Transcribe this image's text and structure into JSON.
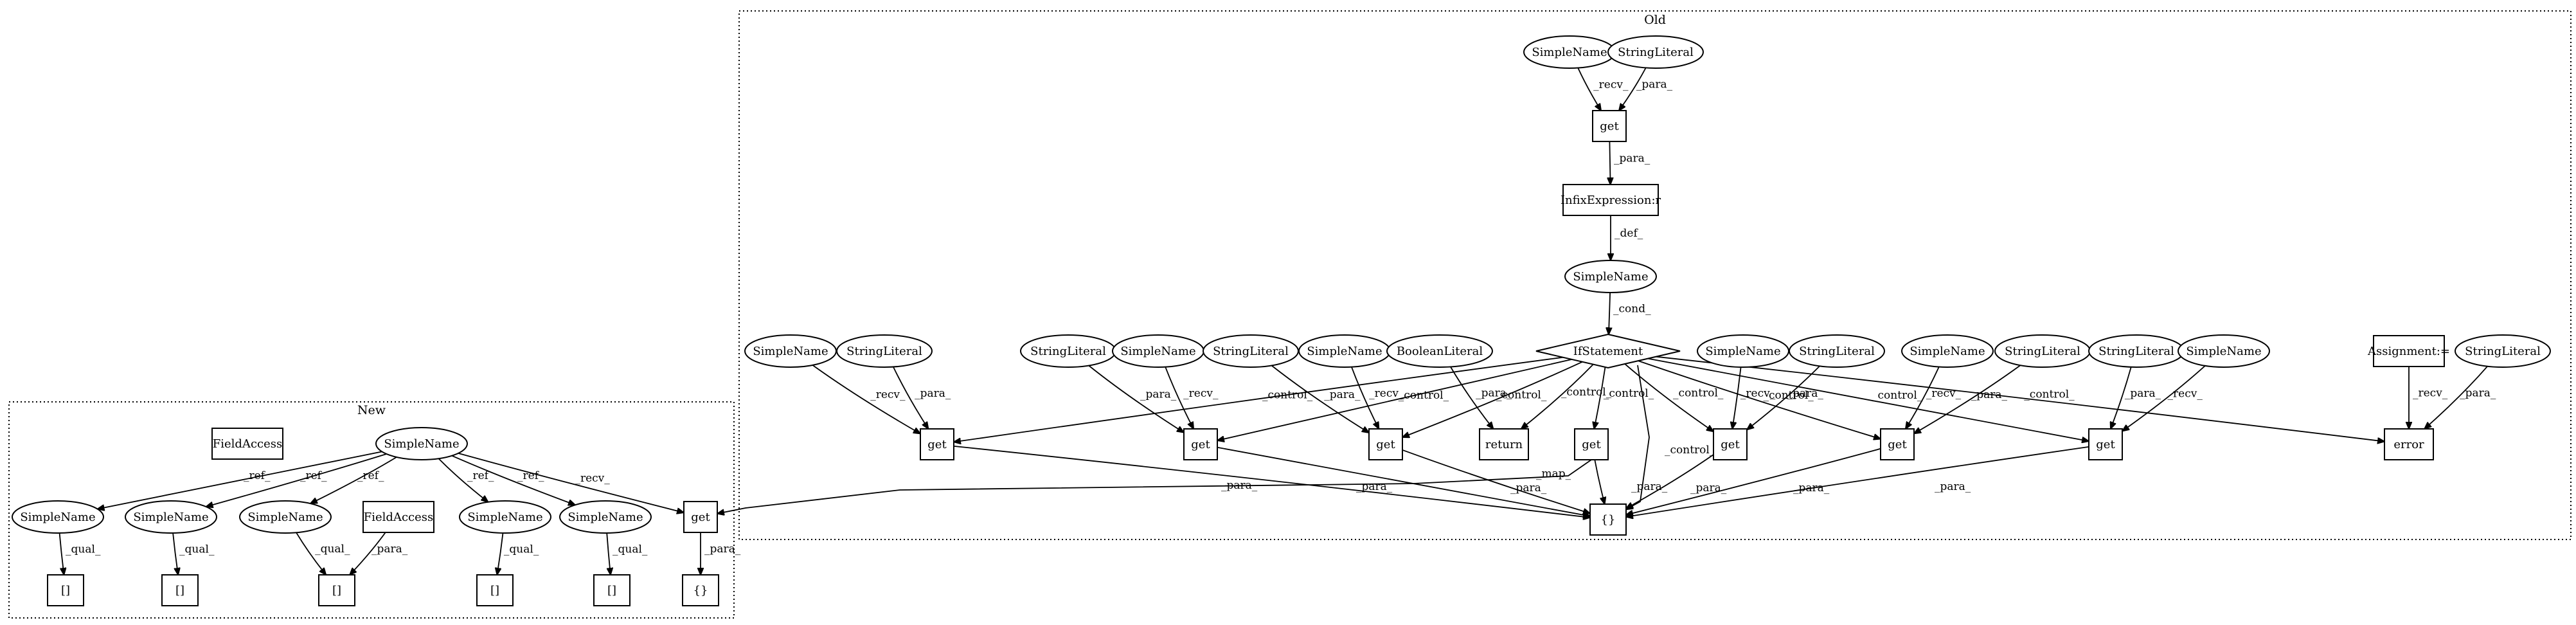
{
  "clusters": [
    {
      "id": "old",
      "label": "Old"
    },
    {
      "id": "new",
      "label": "New"
    }
  ],
  "nodes": [
    {
      "id": "o_sn_top",
      "label": "SimpleName",
      "shape": "ellipse",
      "cluster": "old"
    },
    {
      "id": "o_sl_top",
      "label": "StringLiteral",
      "shape": "ellipse",
      "cluster": "old"
    },
    {
      "id": "o_get_top",
      "label": "get",
      "shape": "box",
      "cluster": "old"
    },
    {
      "id": "o_infix",
      "label": "InfixExpression:r",
      "shape": "box",
      "cluster": "old"
    },
    {
      "id": "o_sn_mid",
      "label": "SimpleName",
      "shape": "ellipse",
      "cluster": "old"
    },
    {
      "id": "o_if",
      "label": "IfStatement",
      "shape": "diamond",
      "cluster": "old"
    },
    {
      "id": "o_sn1",
      "label": "SimpleName",
      "shape": "ellipse",
      "cluster": "old"
    },
    {
      "id": "o_sl1",
      "label": "StringLiteral",
      "shape": "ellipse",
      "cluster": "old"
    },
    {
      "id": "o_sl2",
      "label": "StringLiteral",
      "shape": "ellipse",
      "cluster": "old"
    },
    {
      "id": "o_sn2",
      "label": "SimpleName",
      "shape": "ellipse",
      "cluster": "old"
    },
    {
      "id": "o_sl3",
      "label": "StringLiteral",
      "shape": "ellipse",
      "cluster": "old"
    },
    {
      "id": "o_sn3",
      "label": "SimpleName",
      "shape": "ellipse",
      "cluster": "old"
    },
    {
      "id": "o_bool",
      "label": "BooleanLiteral",
      "shape": "ellipse",
      "cluster": "old"
    },
    {
      "id": "o_sn4",
      "label": "SimpleName",
      "shape": "ellipse",
      "cluster": "old"
    },
    {
      "id": "o_sl4",
      "label": "StringLiteral",
      "shape": "ellipse",
      "cluster": "old"
    },
    {
      "id": "o_sn5",
      "label": "SimpleName",
      "shape": "ellipse",
      "cluster": "old"
    },
    {
      "id": "o_sl5",
      "label": "StringLiteral",
      "shape": "ellipse",
      "cluster": "old"
    },
    {
      "id": "o_sl6",
      "label": "StringLiteral",
      "shape": "ellipse",
      "cluster": "old"
    },
    {
      "id": "o_sn6",
      "label": "SimpleName",
      "shape": "ellipse",
      "cluster": "old"
    },
    {
      "id": "o_assign",
      "label": "Assignment:=",
      "shape": "box",
      "cluster": "old"
    },
    {
      "id": "o_sl7",
      "label": "StringLiteral",
      "shape": "ellipse",
      "cluster": "old"
    },
    {
      "id": "o_get1",
      "label": "get",
      "shape": "box",
      "cluster": "old"
    },
    {
      "id": "o_get2",
      "label": "get",
      "shape": "box",
      "cluster": "old"
    },
    {
      "id": "o_get3",
      "label": "get",
      "shape": "box",
      "cluster": "old"
    },
    {
      "id": "o_return",
      "label": "return",
      "shape": "box",
      "cluster": "old"
    },
    {
      "id": "o_get4",
      "label": "get",
      "shape": "box",
      "cluster": "old"
    },
    {
      "id": "o_get5",
      "label": "get",
      "shape": "box",
      "cluster": "old"
    },
    {
      "id": "o_get6",
      "label": "get",
      "shape": "box",
      "cluster": "old"
    },
    {
      "id": "o_get7",
      "label": "get",
      "shape": "box",
      "cluster": "old"
    },
    {
      "id": "o_error",
      "label": "error",
      "shape": "box",
      "cluster": "old"
    },
    {
      "id": "o_braces",
      "label": "{}",
      "shape": "box",
      "cluster": "old"
    },
    {
      "id": "n_fa_top",
      "label": "FieldAccess",
      "shape": "box",
      "cluster": "new"
    },
    {
      "id": "n_sn_main",
      "label": "SimpleName",
      "shape": "ellipse",
      "cluster": "new"
    },
    {
      "id": "n_sn1",
      "label": "SimpleName",
      "shape": "ellipse",
      "cluster": "new"
    },
    {
      "id": "n_sn2",
      "label": "SimpleName",
      "shape": "ellipse",
      "cluster": "new"
    },
    {
      "id": "n_sn3",
      "label": "SimpleName",
      "shape": "ellipse",
      "cluster": "new"
    },
    {
      "id": "n_fa2",
      "label": "FieldAccess",
      "shape": "box",
      "cluster": "new"
    },
    {
      "id": "n_sn4",
      "label": "SimpleName",
      "shape": "ellipse",
      "cluster": "new"
    },
    {
      "id": "n_sn5",
      "label": "SimpleName",
      "shape": "ellipse",
      "cluster": "new"
    },
    {
      "id": "n_get",
      "label": "get",
      "shape": "box",
      "cluster": "new"
    },
    {
      "id": "n_arr1",
      "label": "[]",
      "shape": "box",
      "cluster": "new"
    },
    {
      "id": "n_arr2",
      "label": "[]",
      "shape": "box",
      "cluster": "new"
    },
    {
      "id": "n_arr3",
      "label": "[]",
      "shape": "box",
      "cluster": "new"
    },
    {
      "id": "n_arr4",
      "label": "[]",
      "shape": "box",
      "cluster": "new"
    },
    {
      "id": "n_arr5",
      "label": "[]",
      "shape": "box",
      "cluster": "new"
    },
    {
      "id": "n_braces",
      "label": "{}",
      "shape": "box",
      "cluster": "new"
    }
  ],
  "edges": [
    {
      "from": "o_sn_top",
      "to": "o_get_top",
      "label": "_recv_"
    },
    {
      "from": "o_sl_top",
      "to": "o_get_top",
      "label": "_para_"
    },
    {
      "from": "o_get_top",
      "to": "o_infix",
      "label": "_para_"
    },
    {
      "from": "o_infix",
      "to": "o_sn_mid",
      "label": "_def_"
    },
    {
      "from": "o_sn_mid",
      "to": "o_if",
      "label": "_cond_"
    },
    {
      "from": "o_if",
      "to": "o_get1",
      "label": "_control_"
    },
    {
      "from": "o_if",
      "to": "o_get2",
      "label": "_control_"
    },
    {
      "from": "o_if",
      "to": "o_get3",
      "label": "_control_"
    },
    {
      "from": "o_if",
      "to": "o_return",
      "label": "_control_"
    },
    {
      "from": "o_if",
      "to": "o_get4",
      "label": "_control_"
    },
    {
      "from": "o_if",
      "to": "o_braces",
      "label": "_control_"
    },
    {
      "from": "o_if",
      "to": "o_get5",
      "label": "_control_"
    },
    {
      "from": "o_if",
      "to": "o_get6",
      "label": "_control_"
    },
    {
      "from": "o_if",
      "to": "o_get7",
      "label": "_control_"
    },
    {
      "from": "o_if",
      "to": "o_error",
      "label": "_control_"
    },
    {
      "from": "o_sn1",
      "to": "o_get1",
      "label": "_recv_"
    },
    {
      "from": "o_sl1",
      "to": "o_get1",
      "label": "_para_"
    },
    {
      "from": "o_sl2",
      "to": "o_get2",
      "label": "_para_"
    },
    {
      "from": "o_sn2",
      "to": "o_get2",
      "label": "_recv_"
    },
    {
      "from": "o_sl3",
      "to": "o_get3",
      "label": "_para_"
    },
    {
      "from": "o_sn3",
      "to": "o_get3",
      "label": "_recv_"
    },
    {
      "from": "o_bool",
      "to": "o_return",
      "label": "_para_"
    },
    {
      "from": "o_sn4",
      "to": "o_get5",
      "label": "_recv_"
    },
    {
      "from": "o_sl4",
      "to": "o_get5",
      "label": "_para_"
    },
    {
      "from": "o_sn5",
      "to": "o_get6",
      "label": "_recv_"
    },
    {
      "from": "o_sl5",
      "to": "o_get6",
      "label": "_para_"
    },
    {
      "from": "o_sl6",
      "to": "o_get7",
      "label": "_para_"
    },
    {
      "from": "o_sn6",
      "to": "o_get7",
      "label": "_recv_"
    },
    {
      "from": "o_assign",
      "to": "o_error",
      "label": "_recv_"
    },
    {
      "from": "o_sl7",
      "to": "o_error",
      "label": "_para_"
    },
    {
      "from": "o_get1",
      "to": "o_braces",
      "label": "_para_"
    },
    {
      "from": "o_get2",
      "to": "o_braces",
      "label": "_para_"
    },
    {
      "from": "o_get3",
      "to": "o_braces",
      "label": "_para_"
    },
    {
      "from": "o_get4",
      "to": "o_braces",
      "label": "_para_"
    },
    {
      "from": "o_get5",
      "to": "o_braces",
      "label": "_para_"
    },
    {
      "from": "o_get6",
      "to": "o_braces",
      "label": "_para_"
    },
    {
      "from": "o_get7",
      "to": "o_braces",
      "label": "_para_"
    },
    {
      "from": "o_get4",
      "to": "n_get",
      "label": "_map_"
    },
    {
      "from": "n_sn_main",
      "to": "n_sn1",
      "label": "_ref_"
    },
    {
      "from": "n_sn_main",
      "to": "n_sn2",
      "label": "_ref_"
    },
    {
      "from": "n_sn_main",
      "to": "n_sn3",
      "label": "_ref_"
    },
    {
      "from": "n_sn_main",
      "to": "n_sn4",
      "label": "_ref_"
    },
    {
      "from": "n_sn_main",
      "to": "n_sn5",
      "label": "_ref_"
    },
    {
      "from": "n_sn_main",
      "to": "n_get",
      "label": "_recv_"
    },
    {
      "from": "n_sn1",
      "to": "n_arr1",
      "label": "_qual_"
    },
    {
      "from": "n_sn2",
      "to": "n_arr2",
      "label": "_qual_"
    },
    {
      "from": "n_sn3",
      "to": "n_arr3",
      "label": "_qual_"
    },
    {
      "from": "n_fa2",
      "to": "n_arr3",
      "label": "_para_"
    },
    {
      "from": "n_sn4",
      "to": "n_arr4",
      "label": "_qual_"
    },
    {
      "from": "n_sn5",
      "to": "n_arr5",
      "label": "_qual_"
    },
    {
      "from": "n_get",
      "to": "n_braces",
      "label": "_para_"
    }
  ]
}
